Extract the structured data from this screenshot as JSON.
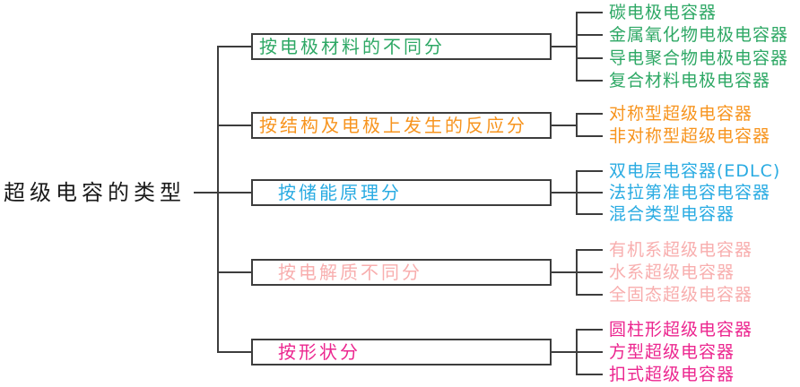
{
  "diagram": {
    "root_label": "超级电容的类型",
    "line_color": "#3d3d3d",
    "branches": [
      {
        "label": "按电极材料的不同分",
        "color": "#2EA865",
        "leaves": [
          "碳电极电容器",
          "金属氧化物电极电容器",
          "导电聚合物电极电容器",
          "复合材料电极电容器"
        ]
      },
      {
        "label": "按结构及电极上发生的反应分",
        "color": "#F7941E",
        "leaves": [
          "对称型超级电容器",
          "非对称型超级电容器"
        ]
      },
      {
        "label": "按储能原理分",
        "color": "#29ABE2",
        "leaves": [
          "双电层电容器(EDLC)",
          "法拉第准电容电容器",
          "混合类型电容器"
        ]
      },
      {
        "label": "按电解质不同分",
        "color": "#F8AEAE",
        "leaves": [
          "有机系超级电容器",
          "水系超级电容器",
          "全固态超级电容器"
        ]
      },
      {
        "label": "按形状分",
        "color": "#EC268F",
        "leaves": [
          "圆柱形超级电容器",
          "方型超级电容器",
          "扣式超级电容器"
        ]
      }
    ]
  }
}
